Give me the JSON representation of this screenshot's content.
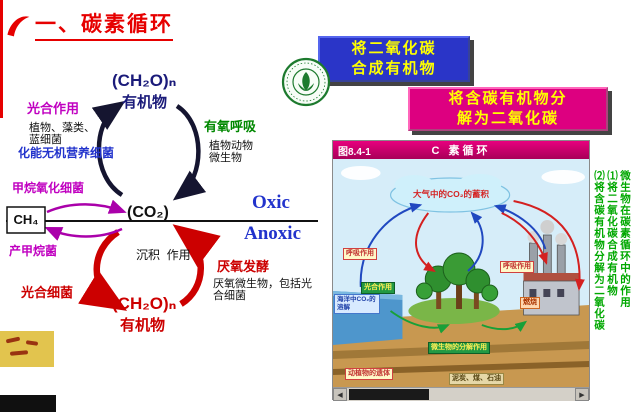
{
  "title": {
    "text": "一、碳素循环"
  },
  "callouts": {
    "synthesis": {
      "line1": "将二氧化碳",
      "line2": "合成有机物"
    },
    "decompose": {
      "line1": "将含碳有机物分",
      "line2": "解为二氧化碳"
    }
  },
  "diagram": {
    "organic_top": {
      "formula": "(CH₂O)ₙ",
      "label": "有机物"
    },
    "organic_bottom": {
      "formula": "(CH₂O)ₙ",
      "label": "有机物"
    },
    "co2": "(CO₂)",
    "ch4": "CH₄",
    "oxic": "Oxic",
    "anoxic": "Anoxic",
    "photosynthesis": "光合作用",
    "photosynthesis_sub1": "植物、藻类、",
    "photosynthesis_sub2": "蓝细菌",
    "chemolithotroph": "化能无机营养细菌",
    "aerobic_respiration": "有氧呼吸",
    "aerobic_sub1": "植物动物",
    "aerobic_sub2": "微生物",
    "methane_oxidizer": "甲烷氧化细菌",
    "methanogen": "产甲烷菌",
    "sedimentation": "沉积  作用",
    "anaerobic_fermentation": "厌氧发酵",
    "anaerobic_sub1": "厌氧微生物，包括光",
    "anaerobic_sub2": "合细菌",
    "photo_bacteria": "光合细菌"
  },
  "panel": {
    "figure_no": "图8.4-1",
    "header_title": "C 素循环",
    "cloud_label": "大气中的CO₂的蓄积",
    "labels": [
      {
        "text": "呼吸作用"
      },
      {
        "text": "光合作用"
      },
      {
        "text": "海洋中CO₂的溶解"
      },
      {
        "text": "呼吸作用"
      },
      {
        "text": "燃烧"
      },
      {
        "text": "微生物的分解作用"
      },
      {
        "text": "动植物的遗体"
      },
      {
        "text": "泥炭、煤、石油"
      }
    ],
    "scrollbar": {
      "left_arrow": "◀",
      "right_arrow": "▶"
    }
  },
  "side_note": {
    "line1": "微生物在碳素循环中的作用",
    "line2": "⑴将二氧化碳合成有机物",
    "line3": "⑵将含碳有机物分解为二氧化碳"
  },
  "colors": {
    "title_red": "#e60000",
    "diagram_blue": "#2233cc",
    "magenta": "#c000c0",
    "green": "#008800",
    "red": "#cc0000",
    "callout_blue_bg": "#2a35c8",
    "callout_magenta_bg": "#dd0080",
    "callout_text": "#ffff00",
    "header_magenta": "#cc0066",
    "note_green": "#00a800"
  }
}
